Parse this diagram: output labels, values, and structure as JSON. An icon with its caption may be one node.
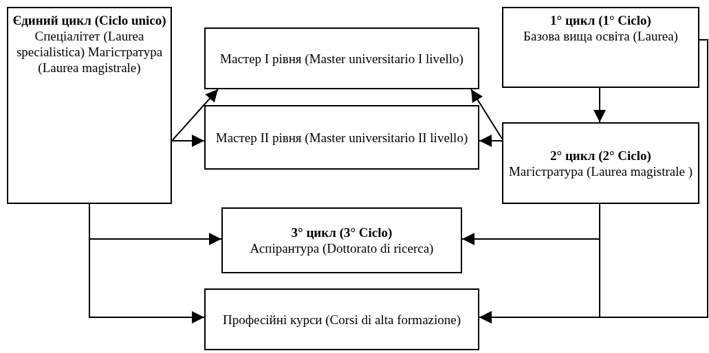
{
  "diagram": {
    "nodes": [
      {
        "text": [
          "Єдиний цикл (Ciclo unico)",
          "Спеціалітет (Laurea specialistica) Магістратура (Laurea magistrale)"
        ]
      },
      {
        "text": [
          "Мастер I рівня (Master universitario I livello)"
        ]
      },
      {
        "text": [
          "Мастер II рівня (Master universitario II livello)"
        ]
      },
      {
        "text": [
          "1° цикл (1° Ciclo)",
          "Базова вища освіта (Laurea)"
        ]
      },
      {
        "text": [
          "2° цикл (2° Ciclo)",
          "Магістратура (Laurea magistrale )"
        ]
      },
      {
        "text": [
          "3° цикл (3° Ciclo)",
          "Аспірантура (Dottorato di ricerca)"
        ]
      },
      {
        "text": [
          "Професійні курси (Corsi di alta formazione)"
        ]
      }
    ],
    "edges": [
      {
        "from": 0,
        "to": 1,
        "arrow": "to"
      },
      {
        "from": 0,
        "to": 2,
        "arrow": "to"
      },
      {
        "from": 4,
        "to": 1,
        "arrow": "to"
      },
      {
        "from": 4,
        "to": 2,
        "arrow": "to"
      },
      {
        "from": 3,
        "to": 4,
        "arrow": "to"
      },
      {
        "from": 0,
        "to": 5,
        "arrow": "to"
      },
      {
        "from": 0,
        "to": 6,
        "arrow": "to"
      },
      {
        "from": 4,
        "to": 5,
        "arrow": "to"
      },
      {
        "from": 4,
        "to": 6,
        "arrow": "to"
      },
      {
        "from": 3,
        "to": 6,
        "arrow": "to"
      }
    ]
  }
}
